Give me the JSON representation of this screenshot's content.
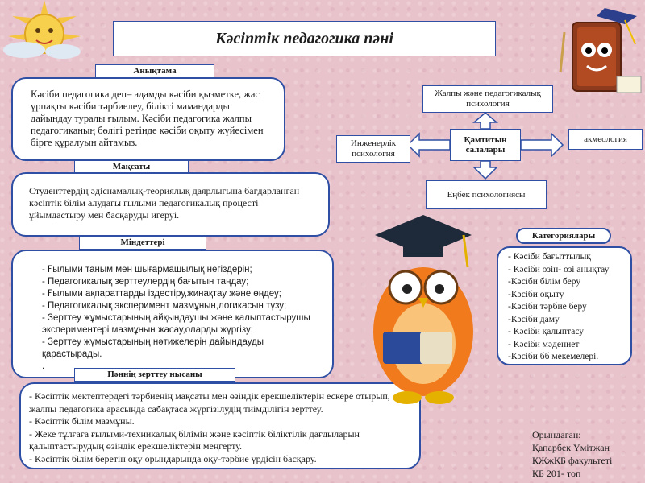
{
  "title": "Кәсіптік педагогика пәні",
  "definition": {
    "label": "Анықтама",
    "text": "Кәсіби педагогика деп– адамды кәсіби қызметке, жас ұрпақты кәсіби тәрбиелеу, білікті мамандарды дайындау туралы ғылым. Кәсіби педагогика жалпы педагогиканың бөлігі ретінде кәсіби оқыту жүйесімен бірге құралуын айтамыз."
  },
  "goal": {
    "label": "Мақсаты",
    "text": "Студенттердің әдіснамалық-теориялық даярлығына бағдарланған кәсіптік білім алудағы ғылыми педагогикалық процесті ұйымдастыру мен басқаруды игеруі."
  },
  "tasks": {
    "label": "Міндеттері",
    "items": [
      "- Ғылыми таным мен шығармашылық негіздерін;",
      "- Педагогикалық зерттеулердің бағытын таңдау;",
      "- Ғылыми ақпараттарды іздестіру,жинақтау және өңдеу;",
      "- Педагогикалық эксперимент мазмұнын,логикасын түзу;",
      "- Зерттеу жұмыстарының айқындаушы және қалыптастырушы экспериментері мазмұнын жасау,оларды жүргізу;",
      "- Зерттеу жұмыстарының нәтижелерін дайындауды қарастырады.",
      "."
    ]
  },
  "research_object": {
    "label": "Пәннің зерттеу нысаны",
    "items": [
      "- Кәсіптік мектептердегі тәрбиенің мақсаты мен өзіндік ерекшеліктерін ескере отырып, жалпы педагогика арасында сабақтаса жүргізілудің тиімділігін зерттеу.",
      "- Кәсіптік білім мазмұны.",
      "- Жеке тұлғаға ғылыми-техникалық білімін және кәсіптік біліктілік дағдыларын қалыптастырудың өзіндік ерекшеліктерін меңгерту.",
      "- Кәсіптік білім беретін оқу орындарында оқу-тәрбие үрдісін басқару."
    ]
  },
  "branches": {
    "center": "Қамтитын салалары",
    "top": "Жалпы және педагогикалық психология",
    "left": "Инженерлік психология",
    "right": "акмеология",
    "bottom": "Еңбек психологиясы"
  },
  "categories": {
    "label": "Категориялары",
    "items": [
      "- Кәсіби бағыттылық",
      "- Кәсіби өзін- өзі анықтау",
      "-Кәсіби білім беру",
      "-Кәсіби оқыту",
      "-Кәсіби тәрбие беру",
      "-Кәсіби даму",
      "- Кәсіби қалыптасу",
      "- Кәсіби мәдениет",
      "-Кәсіби бб мекемелері."
    ]
  },
  "author": {
    "label": "Орындаған:",
    "name": "Қапарбек Үмітжан",
    "faculty": "КЖжКБ факультеті",
    "group": "КБ 201- топ"
  },
  "colors": {
    "border": "#2e4fa3",
    "background": "#e9c3cc"
  }
}
